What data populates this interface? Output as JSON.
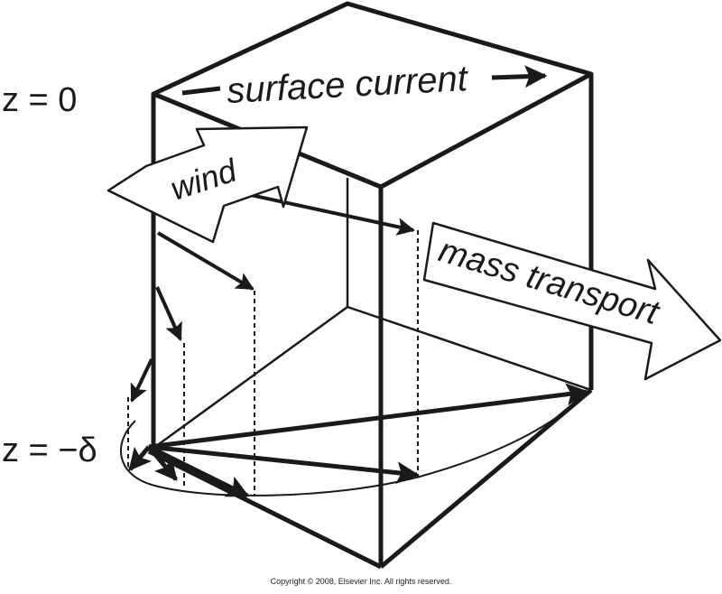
{
  "labels": {
    "surface_depth": "z = 0",
    "bottom_depth": "z = −δ",
    "surface_current": "surface current",
    "wind": "wind",
    "mass_transport": "mass transport"
  },
  "footer": {
    "copyright": "Copyright © 2008, Elsevier Inc. All rights reserved."
  },
  "colors": {
    "ink": "#1a1a1a",
    "background": "#ffffff"
  }
}
